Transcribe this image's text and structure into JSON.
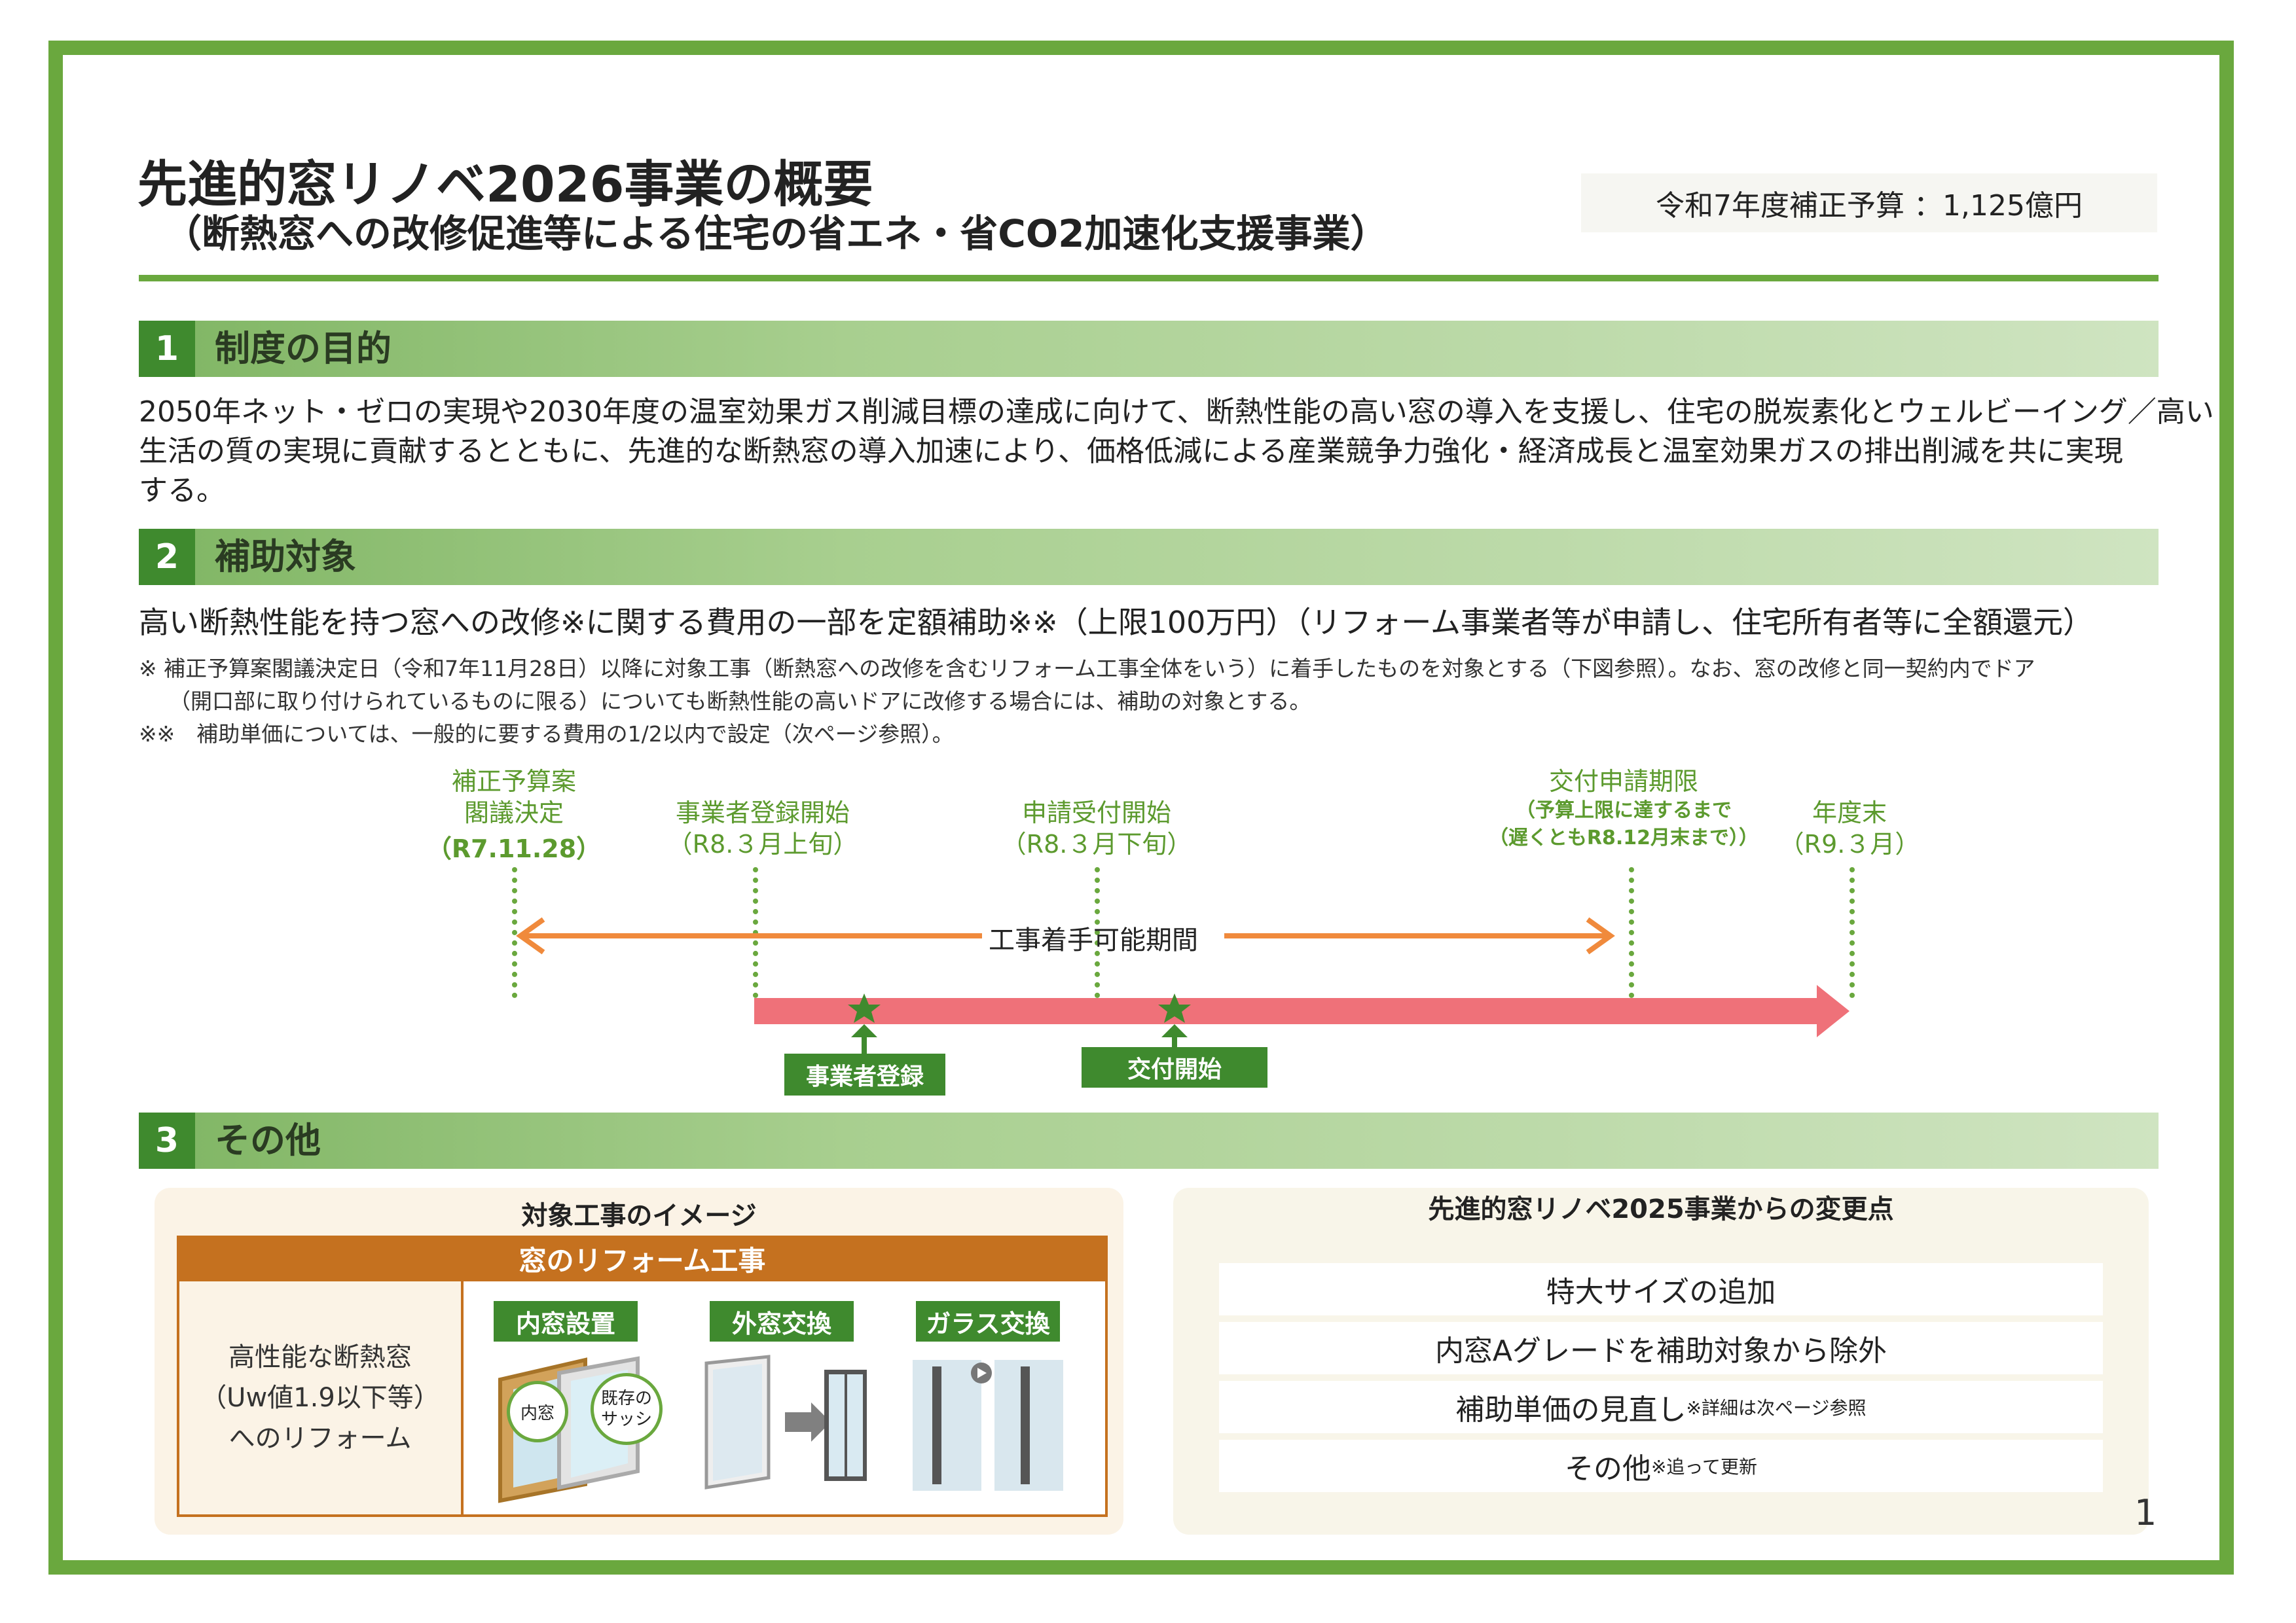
{
  "header": {
    "title": "先進的窓リノベ2026事業の概要",
    "subtitle": "（断熱窓への改修促進等による住宅の省エネ・省CO2加速化支援事業）",
    "budget": "令和7年度補正予算 ：1,125億円"
  },
  "section1": {
    "number": "1",
    "title": "制度の目的",
    "lines": [
      "2050年ネット・ゼロの実現や2030年度の温室効果ガス削減目標の達成に向けて、断熱性能の高い窓の導入を支援し、住宅の脱炭素化とウェルビーイング／高い",
      "生活の質の実現に貢献するとともに、先進的な断熱窓の導入加速により、価格低減による産業競争力強化・経済成長と温室効果ガスの排出削減を共に実現",
      "する。"
    ]
  },
  "section2": {
    "number": "2",
    "title": "補助対象",
    "main": "高い断熱性能を持つ窓への改修※に関する費用の一部を定額補助※※（上限100万円）（リフォーム事業者等が申請し、住宅所有者等に全額還元）",
    "note1a": "※ 補正予算案閣議決定日（令和7年11月28日）以降に対象工事（断熱窓への改修を含むリフォーム工事全体をいう）に着手したものを対象とする（下図参照）。なお、窓の改修と同一契約内でドア",
    "note1b": "（開口部に取り付けられているものに限る）についても断熱性能の高いドアに改修する場合には、補助の対象とする。",
    "note2": "※※　補助単価については、一般的に要する費用の1/2以内で設定（次ページ参照）。"
  },
  "timeline": {
    "m1_l1": "補正予算案",
    "m1_l2": "閣議決定",
    "m1_date": "（R7.11.28）",
    "m2_l1": "事業者登録開始",
    "m2_date": "（R8.３月上旬）",
    "m3_l1": "申請受付開始",
    "m3_date": "（R8.３月下旬）",
    "m4_l1": "交付申請期限",
    "m4_s1": "（予算上限に達するまで",
    "m4_s2": "（遅くともR8.12月末まで））",
    "m5_l1": "年度末",
    "m5_date": "（R9.３月）",
    "period_label": "工事着手可能期間",
    "box1": "事業者登録",
    "box2": "交付開始",
    "colors": {
      "orange": "#f08a3c",
      "pink": "#ef7179",
      "green": "#3f8a2e"
    }
  },
  "section3": {
    "number": "3",
    "title": "その他",
    "image_title": "対象工事のイメージ",
    "reform_header": "窓のリフォーム工事",
    "left_lines": [
      "高性能な断熱窓",
      "（Uw値1.9以下等）",
      "へのリフォーム"
    ],
    "tags": [
      "内窓設置",
      "外窓交換",
      "ガラス交換"
    ],
    "label_inner": "内窓",
    "label_existing_1": "既存の",
    "label_existing_2": "サッシ",
    "changes_title": "先進的窓リノベ2025事業からの変更点",
    "changes": [
      {
        "text": "特大サイズの追加",
        "note": ""
      },
      {
        "text": "内窓Aグレードを補助対象から除外",
        "note": ""
      },
      {
        "text": "補助単価の見直し",
        "note": "※詳細は次ページ参照"
      },
      {
        "text": "その他",
        "note": "※追って更新"
      }
    ]
  },
  "page_number": "1"
}
